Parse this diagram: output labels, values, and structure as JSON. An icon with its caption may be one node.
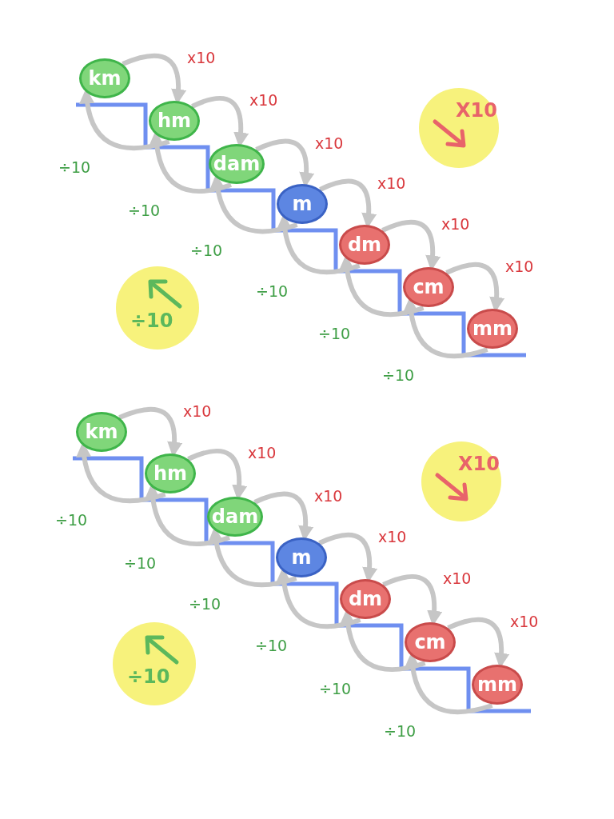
{
  "diagram": {
    "nodes": [
      {
        "text": [
          "km"
        ]
      },
      {
        "text": [
          "hm"
        ]
      },
      {
        "text": [
          "dam"
        ]
      },
      {
        "text": [
          "m"
        ]
      },
      {
        "text": [
          "dm"
        ]
      },
      {
        "text": [
          "cm"
        ]
      },
      {
        "text": [
          "mm"
        ]
      },
      {
        "text": [
          "X10"
        ]
      },
      {
        "text": [
          "÷10"
        ]
      },
      {
        "text": [
          "km"
        ]
      },
      {
        "text": [
          "hm"
        ]
      },
      {
        "text": [
          "dam"
        ]
      },
      {
        "text": [
          "m"
        ]
      },
      {
        "text": [
          "dm"
        ]
      },
      {
        "text": [
          "cm"
        ]
      },
      {
        "text": [
          "mm"
        ]
      },
      {
        "text": [
          "X10"
        ]
      },
      {
        "text": [
          "÷10"
        ]
      }
    ],
    "edges": [
      {
        "from": 0,
        "to": 1,
        "arrow": "to",
        "label": "x10"
      },
      {
        "from": 1,
        "to": 0,
        "arrow": "to",
        "label": "÷10"
      },
      {
        "from": 1,
        "to": 2,
        "arrow": "to",
        "label": "x10"
      },
      {
        "from": 2,
        "to": 1,
        "arrow": "to",
        "label": "÷10"
      },
      {
        "from": 2,
        "to": 3,
        "arrow": "to",
        "label": "x10"
      },
      {
        "from": 3,
        "to": 2,
        "arrow": "to",
        "label": "÷10"
      },
      {
        "from": 3,
        "to": 4,
        "arrow": "to",
        "label": "x10"
      },
      {
        "from": 4,
        "to": 3,
        "arrow": "to",
        "label": "÷10"
      },
      {
        "from": 4,
        "to": 5,
        "arrow": "to",
        "label": "x10"
      },
      {
        "from": 5,
        "to": 4,
        "arrow": "to",
        "label": "÷10"
      },
      {
        "from": 5,
        "to": 6,
        "arrow": "to",
        "label": "x10"
      },
      {
        "from": 6,
        "to": 5,
        "arrow": "to",
        "label": "÷10"
      },
      {
        "from": 9,
        "to": 10,
        "arrow": "to",
        "label": "x10"
      },
      {
        "from": 10,
        "to": 9,
        "arrow": "to",
        "label": "÷10"
      },
      {
        "from": 10,
        "to": 11,
        "arrow": "to",
        "label": "x10"
      },
      {
        "from": 11,
        "to": 10,
        "arrow": "to",
        "label": "÷10"
      },
      {
        "from": 11,
        "to": 12,
        "arrow": "to",
        "label": "x10"
      },
      {
        "from": 12,
        "to": 11,
        "arrow": "to",
        "label": "÷10"
      },
      {
        "from": 12,
        "to": 13,
        "arrow": "to",
        "label": "x10"
      },
      {
        "from": 13,
        "to": 12,
        "arrow": "to",
        "label": "÷10"
      },
      {
        "from": 13,
        "to": 14,
        "arrow": "to",
        "label": "x10"
      },
      {
        "from": 14,
        "to": 13,
        "arrow": "to",
        "label": "÷10"
      },
      {
        "from": 14,
        "to": 15,
        "arrow": "to",
        "label": "x10"
      },
      {
        "from": 15,
        "to": 14,
        "arrow": "to",
        "label": "÷10"
      }
    ]
  }
}
